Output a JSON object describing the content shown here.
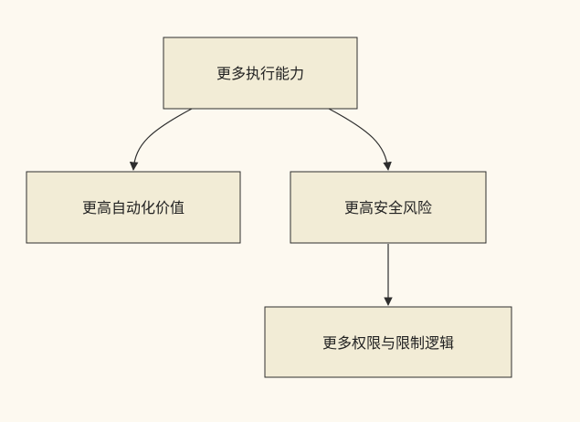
{
  "diagram": {
    "nodes": {
      "root": {
        "label": "更多执行能力"
      },
      "automation": {
        "label": "更高自动化价值"
      },
      "risk": {
        "label": "更高安全风险"
      },
      "permissions": {
        "label": "更多权限与限制逻辑"
      }
    },
    "edges": [
      {
        "from": "root",
        "to": "automation"
      },
      {
        "from": "root",
        "to": "risk"
      },
      {
        "from": "risk",
        "to": "permissions"
      }
    ],
    "colors": {
      "background": "#fdf9f0",
      "node_fill": "#f2ecd6",
      "node_border": "#2e2e2e",
      "text": "#222222"
    }
  }
}
